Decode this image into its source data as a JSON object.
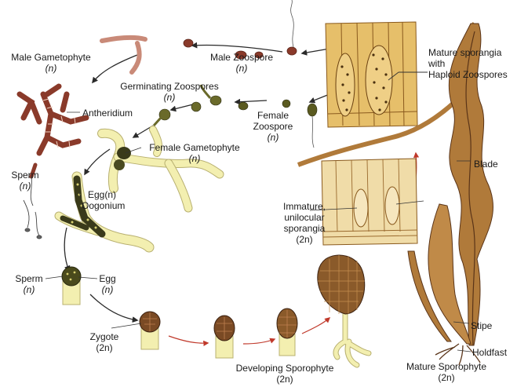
{
  "diagram": {
    "colors": {
      "male": "#8a3a2a",
      "male_light": "#c98a78",
      "female": "#f3efb0",
      "female_outline": "#b8b070",
      "egg": "#3a3a1a",
      "sporangia": "#e6bf6a",
      "sporangia_dark": "#b8862e",
      "kelp": "#b07a3a",
      "kelp_dark": "#5a3418",
      "arrow": "#2a2a2a",
      "red_arrow": "#c0392b"
    },
    "labels": {
      "male_gametophyte": {
        "text": "Male Gametophyte",
        "ploidy": "(n)"
      },
      "male_zoospore": {
        "text": "Male Zoospore",
        "ploidy": "(n)"
      },
      "mature_sporangia": {
        "line1": "Mature sporangia",
        "line2": "with",
        "line3": "Haploid Zoospores"
      },
      "germinating_zoospores": {
        "text": "Germinating Zoospores",
        "ploidy": "(n)"
      },
      "antheridium": "Antheridium",
      "female_zoospore": {
        "line1": "Female",
        "line2": "Zoospore",
        "ploidy": "(n)"
      },
      "female_gametophyte": {
        "text": "Female Gametophyte",
        "ploidy": "(n)"
      },
      "blade": "Blade",
      "sperm_top": {
        "text": "Sperm",
        "ploidy": "(n)"
      },
      "egg_oogonium": {
        "line1": "Egg(n)",
        "line2": "Oogonium"
      },
      "immature_sporangia": {
        "line1": "Immature,",
        "line2": "unilocular",
        "line3": "sporangia",
        "ploidy": "(2n)"
      },
      "sperm_bottom": {
        "text": "Sperm",
        "ploidy": "(n)"
      },
      "egg_bottom": {
        "text": "Egg",
        "ploidy": "(n)"
      },
      "stipe": "Stipe",
      "zygote": {
        "text": "Zygote",
        "ploidy": "(2n)"
      },
      "holdfast": "Holdfast",
      "developing_sporophyte": {
        "text": "Developing Sporophyte",
        "ploidy": "(2n)"
      },
      "mature_sporophyte": {
        "text": "Mature Sporophyte",
        "ploidy": "(2n)"
      }
    }
  }
}
